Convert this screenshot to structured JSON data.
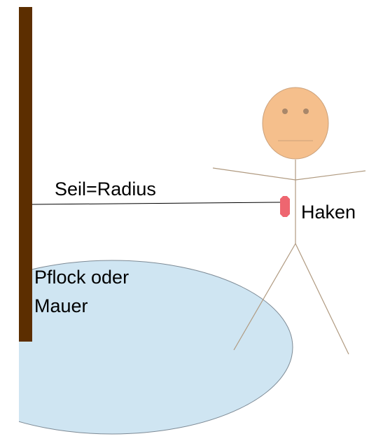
{
  "labels": {
    "rope": "Seil=Radius",
    "hook": "Haken",
    "post_line1": "Pflock oder",
    "post_line2": "Mauer"
  },
  "colors": {
    "post": "#5c2e00",
    "ellipse_fill": "#cfe5f2",
    "ellipse_stroke": "#7d8a95",
    "head_fill": "#f5bf8c",
    "head_stroke": "#caa07a",
    "eyes": "#a8876a",
    "hook": "#ee6670",
    "figure_line": "#b09a80",
    "rope": "#000000"
  },
  "icons": {
    "hook": "octagon-shape",
    "head": "face-circle"
  }
}
